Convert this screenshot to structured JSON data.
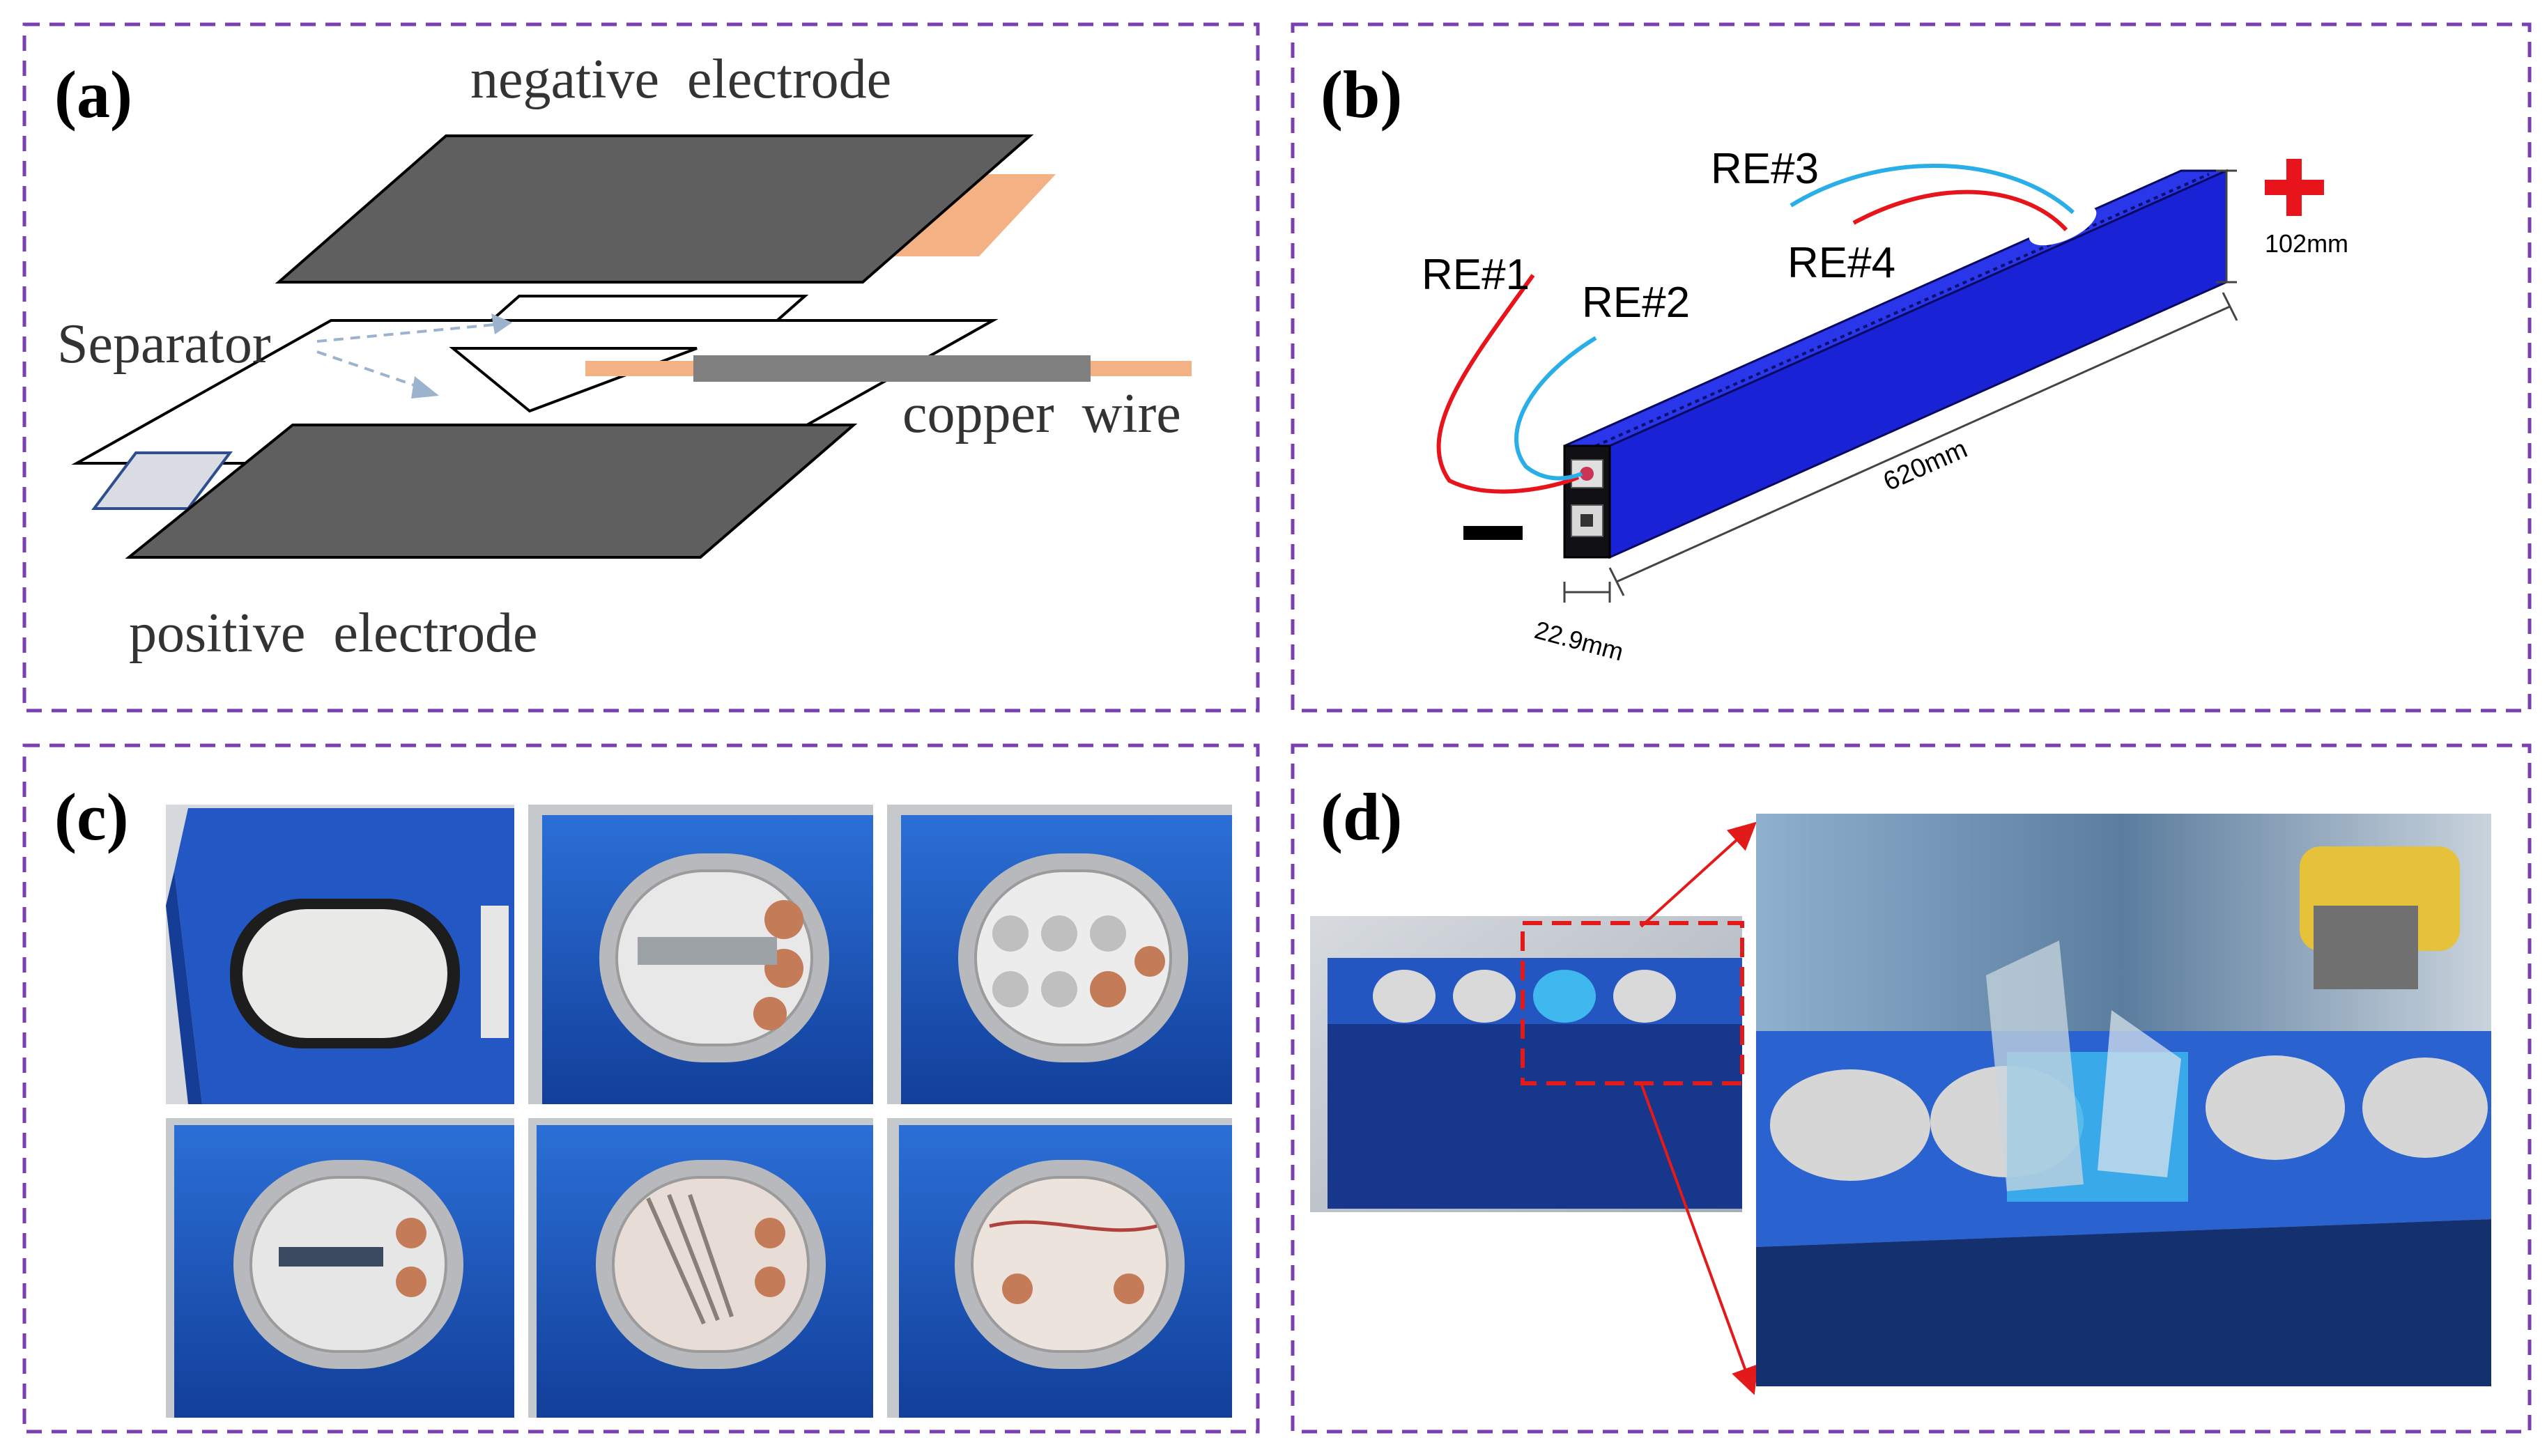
{
  "panels": {
    "a": {
      "label": "(a)",
      "negative_electrode": "negative  electrode",
      "separator": "Separator",
      "copper_wire": "copper  wire",
      "positive_electrode": "positive  electrode"
    },
    "b": {
      "label": "(b)",
      "re1": "RE#1",
      "re2": "RE#2",
      "re3": "RE#3",
      "re4": "RE#4",
      "height": "102mm",
      "length": "620mm",
      "thickness": "22.9mm"
    },
    "c": {
      "label": "(c)"
    },
    "d": {
      "label": "(d)"
    }
  },
  "colors": {
    "frame": "#7a3fb0",
    "electrode": "#5f5f5f",
    "tab": "#f4b183",
    "cell_blue": "#1a22d6",
    "wire_red": "#e8141c",
    "wire_blue": "#29aee8",
    "plus_red": "#e8141c",
    "highlight_box": "#e31a1a"
  }
}
